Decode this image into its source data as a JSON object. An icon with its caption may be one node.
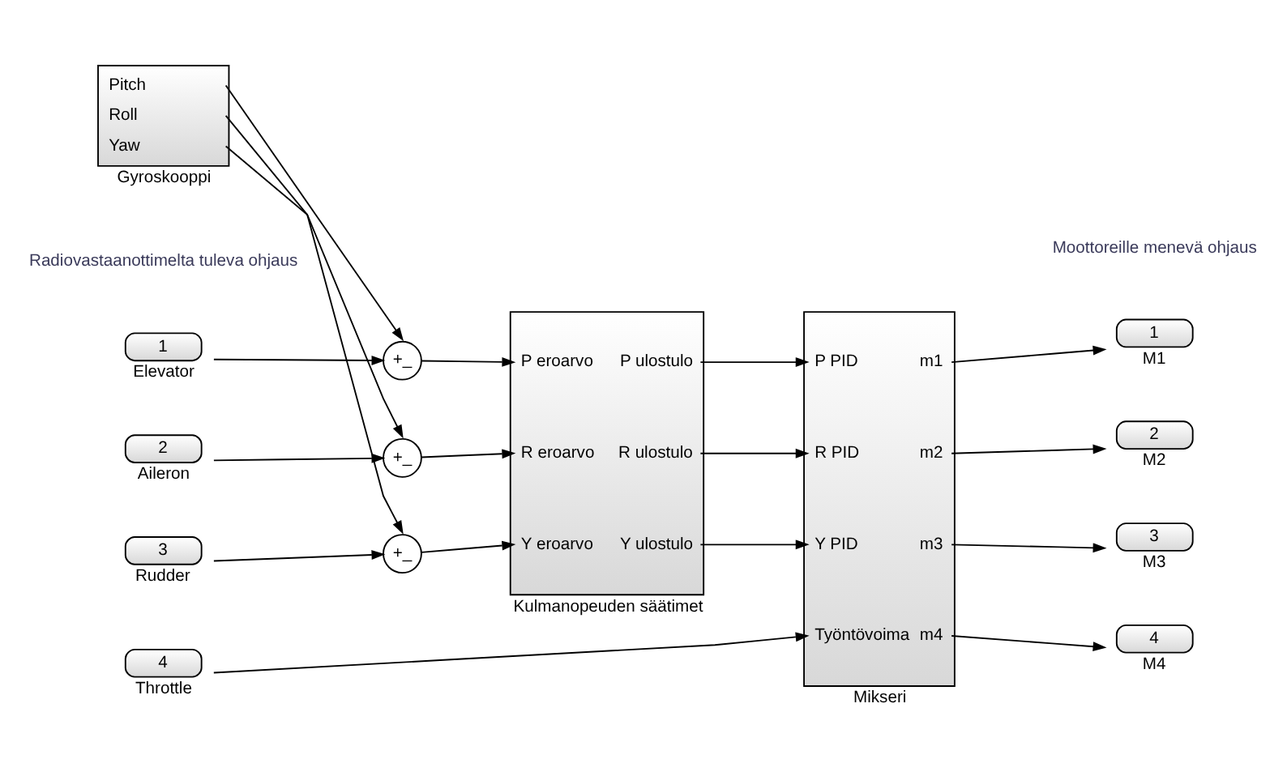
{
  "diagram": {
    "nodes": [
      {
        "text": [
          "1"
        ],
        "beside": [
          "Elevator"
        ]
      },
      {
        "text": [
          "2"
        ],
        "beside": [
          "Aileron"
        ]
      },
      {
        "text": [
          "3"
        ],
        "beside": [
          "Rudder"
        ]
      },
      {
        "text": [
          "4"
        ],
        "beside": [
          "Throttle"
        ]
      },
      {
        "text": [
          "+_"
        ]
      },
      {
        "text": [
          "+_"
        ]
      },
      {
        "text": [
          "+_"
        ]
      },
      {
        "text": [
          "P eroarvo",
          "P ulostulo",
          "R eroarvo",
          "R ulostulo",
          "Y eroarvo",
          "Y ulostulo"
        ],
        "beside": [
          "Kulmanopeuden säätimet"
        ]
      },
      {
        "text": [
          "P PID",
          "m1",
          "R PID",
          "m2",
          "Y PID",
          "m3",
          "Työntövoima",
          "m4"
        ],
        "beside": [
          "Mikseri"
        ]
      },
      {
        "text": [
          "Pitch",
          "Roll",
          "Yaw"
        ],
        "beside": [
          "Gyroskooppi"
        ]
      },
      {
        "text": [
          "1"
        ],
        "beside": [
          "M1"
        ]
      },
      {
        "text": [
          "2"
        ],
        "beside": [
          "M2"
        ]
      },
      {
        "text": [
          "3"
        ],
        "beside": [
          "M3"
        ]
      },
      {
        "text": [
          "4"
        ],
        "beside": [
          "M4"
        ]
      }
    ],
    "edges": [
      {
        "from": 0,
        "to": 4,
        "arrow": "to"
      },
      {
        "from": 1,
        "to": 5,
        "arrow": "to"
      },
      {
        "from": 2,
        "to": 6,
        "arrow": "to"
      },
      {
        "from": 4,
        "to": 7,
        "arrow": "to"
      },
      {
        "from": 5,
        "to": 7,
        "arrow": "to"
      },
      {
        "from": 6,
        "to": 7,
        "arrow": "to"
      },
      {
        "from": 7,
        "to": 8,
        "arrow": "to"
      },
      {
        "from": 7,
        "to": 8,
        "arrow": "to"
      },
      {
        "from": 7,
        "to": 8,
        "arrow": "to"
      },
      {
        "from": 3,
        "to": 8,
        "arrow": "to"
      },
      {
        "from": 8,
        "to": 10,
        "arrow": "to"
      },
      {
        "from": 8,
        "to": 11,
        "arrow": "to"
      },
      {
        "from": 8,
        "to": 12,
        "arrow": "to"
      },
      {
        "from": 8,
        "to": 13,
        "arrow": "to"
      },
      {
        "from": 9,
        "to": 4,
        "arrow": "to"
      },
      {
        "from": 9,
        "to": 5,
        "arrow": "to"
      },
      {
        "from": 9,
        "to": 6,
        "arrow": "to"
      }
    ],
    "labels": [
      "Radiovastaanottimelta tuleva ohjaus",
      "Moottoreille menevä ohjaus"
    ]
  }
}
